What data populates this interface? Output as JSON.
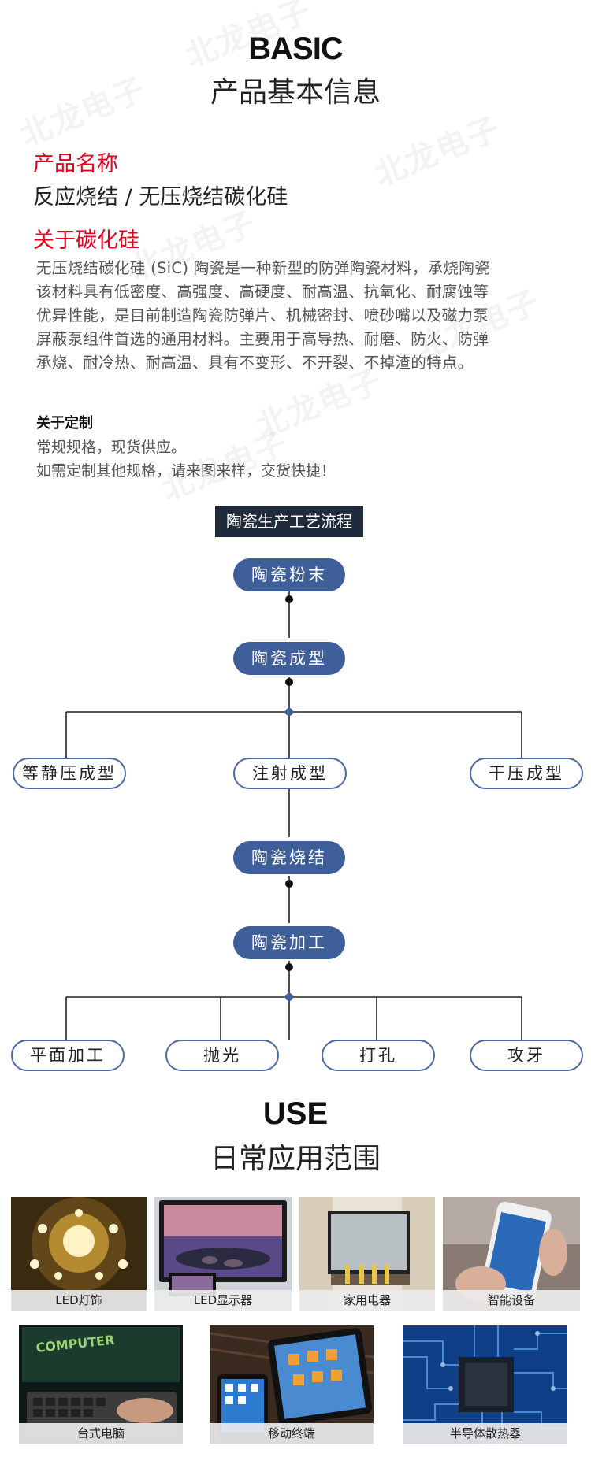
{
  "watermark": "北龙电子",
  "basic": {
    "title": "BASIC",
    "subtitle": "产品基本信息"
  },
  "product_name": {
    "heading": "产品名称",
    "value": "反应烧结 / 无压烧结碳化硅"
  },
  "about": {
    "heading": "关于碳化硅",
    "lines": [
      "无压烧结碳化硅 (SiC) 陶瓷是一种新型的防弹陶瓷材料，承烧陶瓷",
      "该材料具有低密度、高强度、高硬度、耐高温、抗氧化、耐腐蚀等",
      "优异性能，是目前制造陶瓷防弹片、机械密封、喷砂嘴以及磁力泵",
      "屏蔽泵组件首选的通用材料。主要用于高导热、耐磨、防火、防弹",
      "承烧、耐冷热、耐高温、具有不变形、不开裂、不掉渣的特点。"
    ]
  },
  "custom": {
    "heading": "关于定制",
    "line1": "常规规格，现货供应。",
    "line2": "如需定制其他规格，请来图来样，交货快捷！"
  },
  "flow": {
    "title": "陶瓷生产工艺流程",
    "step1": "陶瓷粉末",
    "step2": "陶瓷成型",
    "branches1": [
      "等静压成型",
      "注射成型",
      "干压成型"
    ],
    "step3": "陶瓷烧结",
    "step4": "陶瓷加工",
    "branches2": [
      "平面加工",
      "抛光",
      "打孔",
      "攻牙"
    ]
  },
  "use": {
    "title": "USE",
    "subtitle": "日常应用范围",
    "row1": [
      "LED灯饰",
      "LED显示器",
      "家用电器",
      "智能设备"
    ],
    "row2": [
      "台式电脑",
      "移动终端",
      "半导体散热器"
    ],
    "computer_text": "COMPUTER"
  },
  "colors": {
    "red": "#e6001b",
    "pill_dark": "#3e5f99",
    "pill_border": "#4a6aa3",
    "flow_title_bg": "#1f2a3a"
  }
}
